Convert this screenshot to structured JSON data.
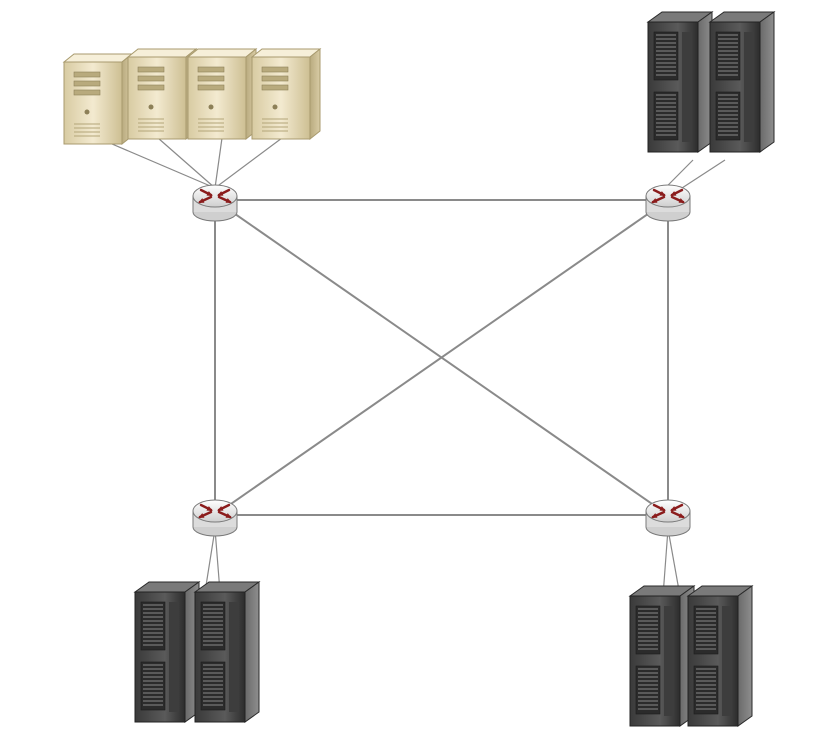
{
  "diagram": {
    "kind": "network-topology",
    "colors": {
      "background": "#ffffff",
      "link": "#8a8a8a",
      "router_body": "#e9e9e9",
      "router_arrow": "#8b1c1c",
      "desktop_server": "#e8dcb8",
      "rack_server": "#4a4a4a"
    },
    "routers": [
      {
        "id": "router-top-left",
        "icon": "router-icon"
      },
      {
        "id": "router-top-right",
        "icon": "router-icon"
      },
      {
        "id": "router-bottom-left",
        "icon": "router-icon"
      },
      {
        "id": "router-bottom-right",
        "icon": "router-icon"
      }
    ],
    "links": [
      [
        "router-top-left",
        "router-top-right"
      ],
      [
        "router-top-left",
        "router-bottom-left"
      ],
      [
        "router-top-left",
        "router-bottom-right"
      ],
      [
        "router-top-right",
        "router-bottom-left"
      ],
      [
        "router-top-right",
        "router-bottom-right"
      ],
      [
        "router-bottom-left",
        "router-bottom-right"
      ]
    ],
    "server_groups": [
      {
        "id": "group-top-left",
        "router": "router-top-left",
        "type": "desktop-tower",
        "count": 4,
        "icon": "tower-server-icon"
      },
      {
        "id": "group-top-right",
        "router": "router-top-right",
        "type": "rack",
        "count": 2,
        "icon": "rack-server-icon"
      },
      {
        "id": "group-bottom-left",
        "router": "router-bottom-left",
        "type": "rack",
        "count": 2,
        "icon": "rack-server-icon"
      },
      {
        "id": "group-bottom-right",
        "router": "router-bottom-right",
        "type": "rack",
        "count": 2,
        "icon": "rack-server-icon"
      }
    ]
  }
}
